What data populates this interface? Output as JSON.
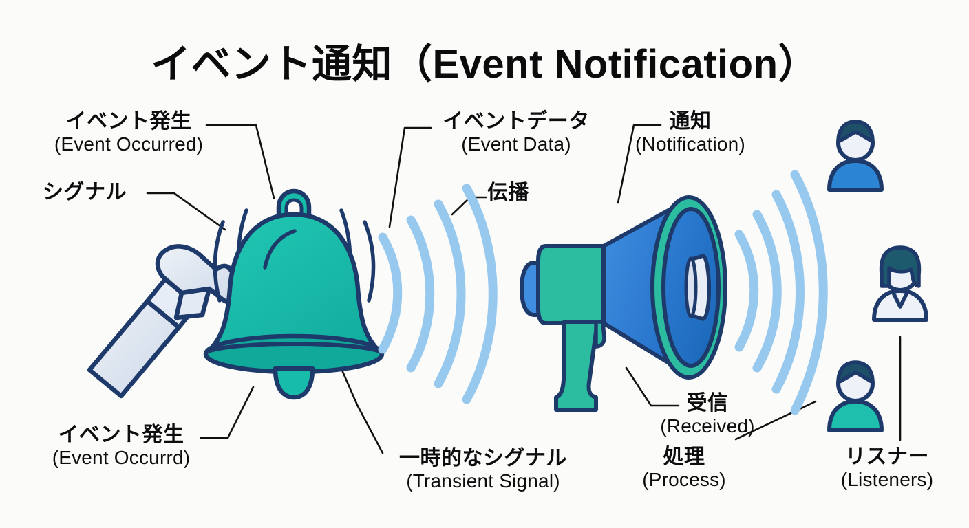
{
  "title": "イベント通知（Event Notification）",
  "background_color": "#fbfbfa",
  "palette": {
    "outline_navy": "#1e3a6b",
    "bell_teal": "#18bcab",
    "bell_teal_dark": "#11a99a",
    "megaphone_blue": "#2e7dd7",
    "megaphone_blue_dark": "#1f6ec4",
    "megaphone_teal": "#2cbda1",
    "hammer_gray": "#dfe6f0",
    "wave_blue": "#97c8ee",
    "person_blue": "#2b84d4",
    "person_teal": "#1fbfae",
    "person_white": "#eef2f8",
    "leader_line": "#111111",
    "text": "#0d0d0d"
  },
  "labels": {
    "event_occurred_top": {
      "jp": "イベント発生",
      "en": "(Event Occurred)"
    },
    "signal": {
      "jp": "シグナル",
      "en": ""
    },
    "event_occurred_bottom": {
      "jp": "イベント発生",
      "en": "(Event Occurrd)"
    },
    "event_data": {
      "jp": "イベントデータ",
      "en": "(Event Data)"
    },
    "propagation": {
      "jp": "伝播",
      "en": ""
    },
    "transient_signal": {
      "jp": "一時的なシグナル",
      "en": "(Transient Signal)"
    },
    "notification": {
      "jp": "通知",
      "en": "(Notification)"
    },
    "received": {
      "jp": "受信",
      "en": "(Received)"
    },
    "process": {
      "jp": "処理",
      "en": "(Process)"
    },
    "listeners": {
      "jp": "リスナー",
      "en": "(Listeners)"
    }
  },
  "icons": {
    "bell": "bell-icon",
    "hammer": "hammer-icon",
    "megaphone": "megaphone-icon",
    "listener_one": "person-blue-icon",
    "listener_two": "person-white-icon",
    "listener_three": "person-teal-icon",
    "waves_left": "sound-wave-left-icon",
    "waves_right": "sound-wave-right-icon"
  }
}
